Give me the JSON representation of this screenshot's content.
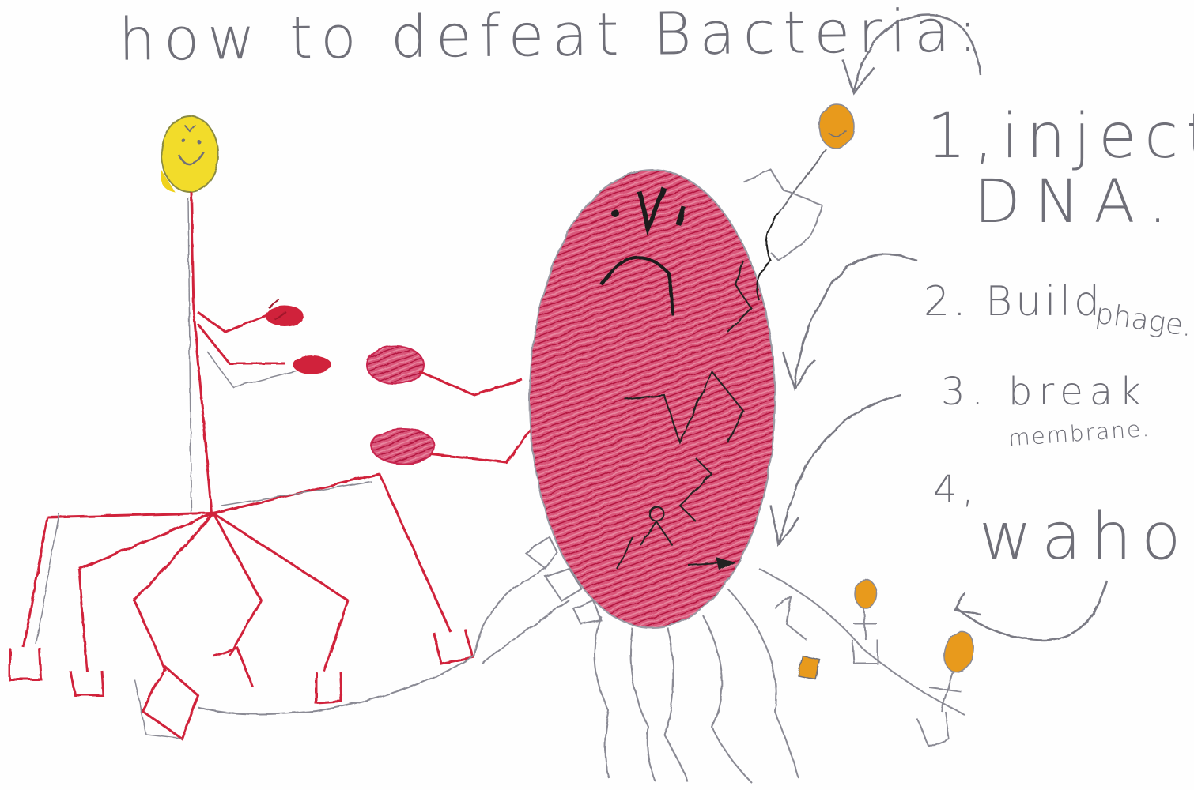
{
  "title": "how to defeat Bacteria:",
  "steps": {
    "step1_num": "1,",
    "step1_line1": "inject",
    "step1_line2": "DNA.",
    "step2_label": "2. Build",
    "step2_suffix": "phage.",
    "step3_label": "3. break",
    "step3_suffix": "membrane.",
    "step4_num": "4,",
    "step4_label": "wahoo!"
  },
  "colors": {
    "pencil_gray": "#6f6f78",
    "bacteria_red": "#c8264f",
    "robot_red": "#d0223a",
    "head_yellow": "#f2dc2a",
    "phage_orange": "#e89a1c"
  }
}
